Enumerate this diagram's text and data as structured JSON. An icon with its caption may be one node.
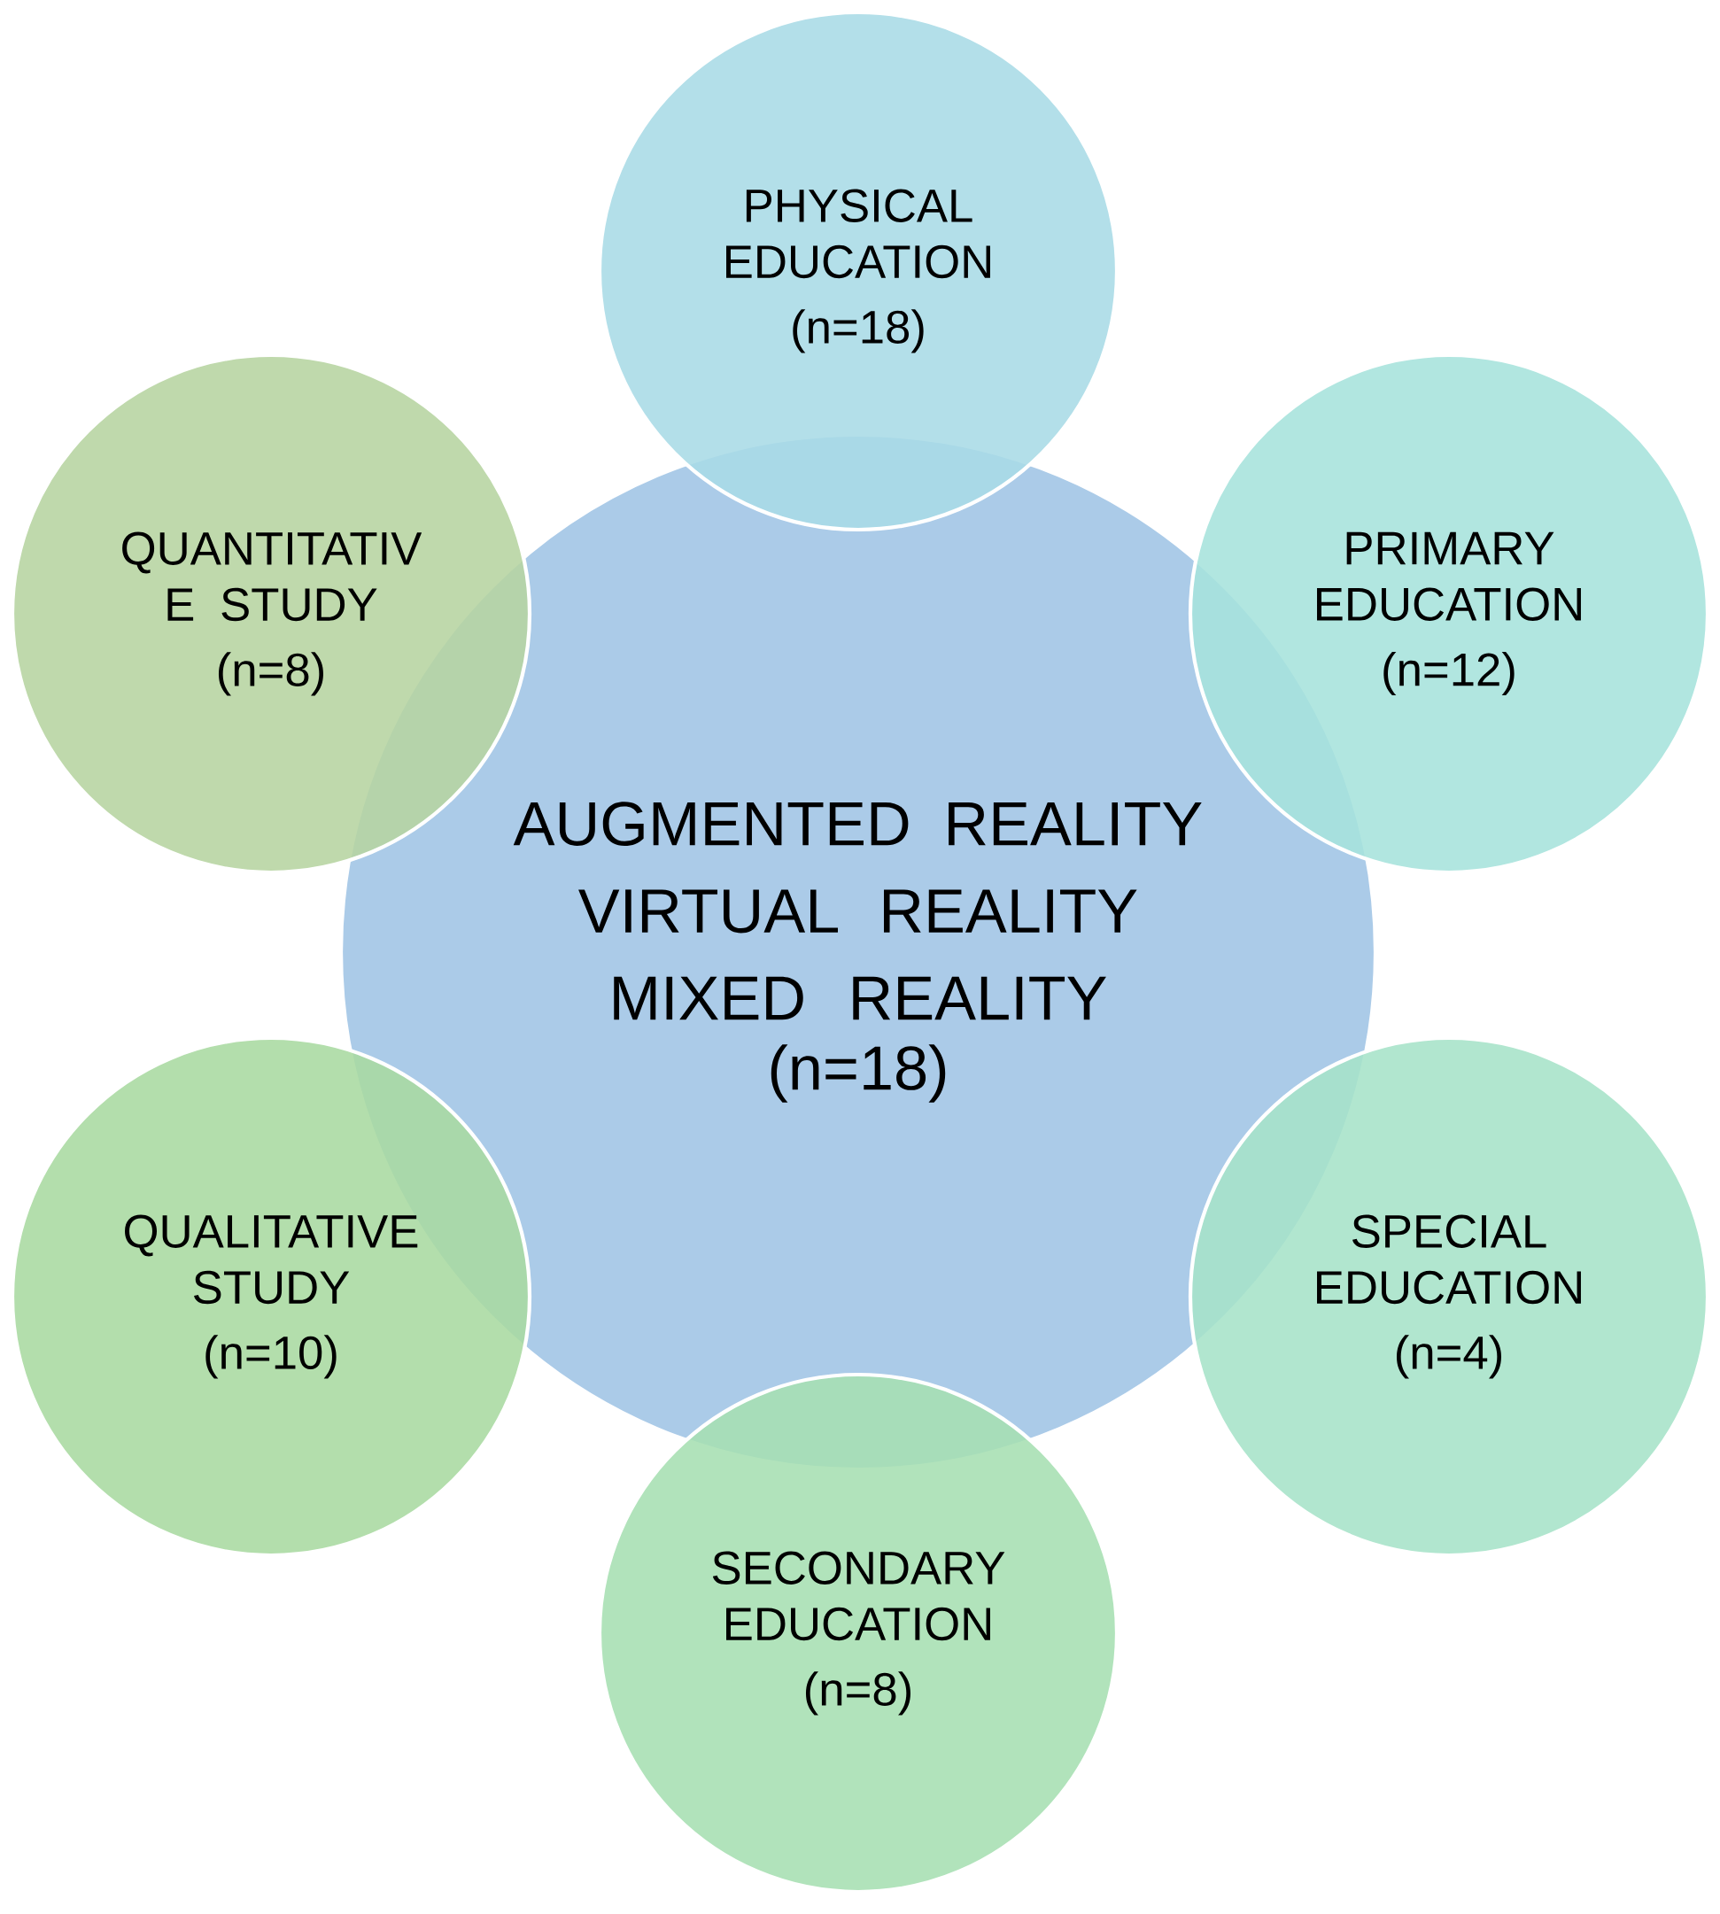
{
  "diagram": {
    "nodes": [
      {
        "text": [
          "AUGMENTED REALITY",
          "VIRTUAL REALITY",
          "MIXED REALITY",
          "(n=18)"
        ]
      },
      {
        "text": [
          "PHYSICAL EDUCATION",
          "(n=18)"
        ]
      },
      {
        "text": [
          "QUANTITATIV E STUDY",
          "(n=8)"
        ]
      },
      {
        "text": [
          "PRIMARY EDUCATION",
          "(n=12)"
        ]
      },
      {
        "text": [
          "QUALITATIVE STUDY",
          "(n=10)"
        ]
      },
      {
        "text": [
          "SPECIAL EDUCATION",
          "(n=4)"
        ]
      },
      {
        "text": [
          "SECONDARY EDUCATION",
          "(n=8)"
        ]
      }
    ]
  }
}
